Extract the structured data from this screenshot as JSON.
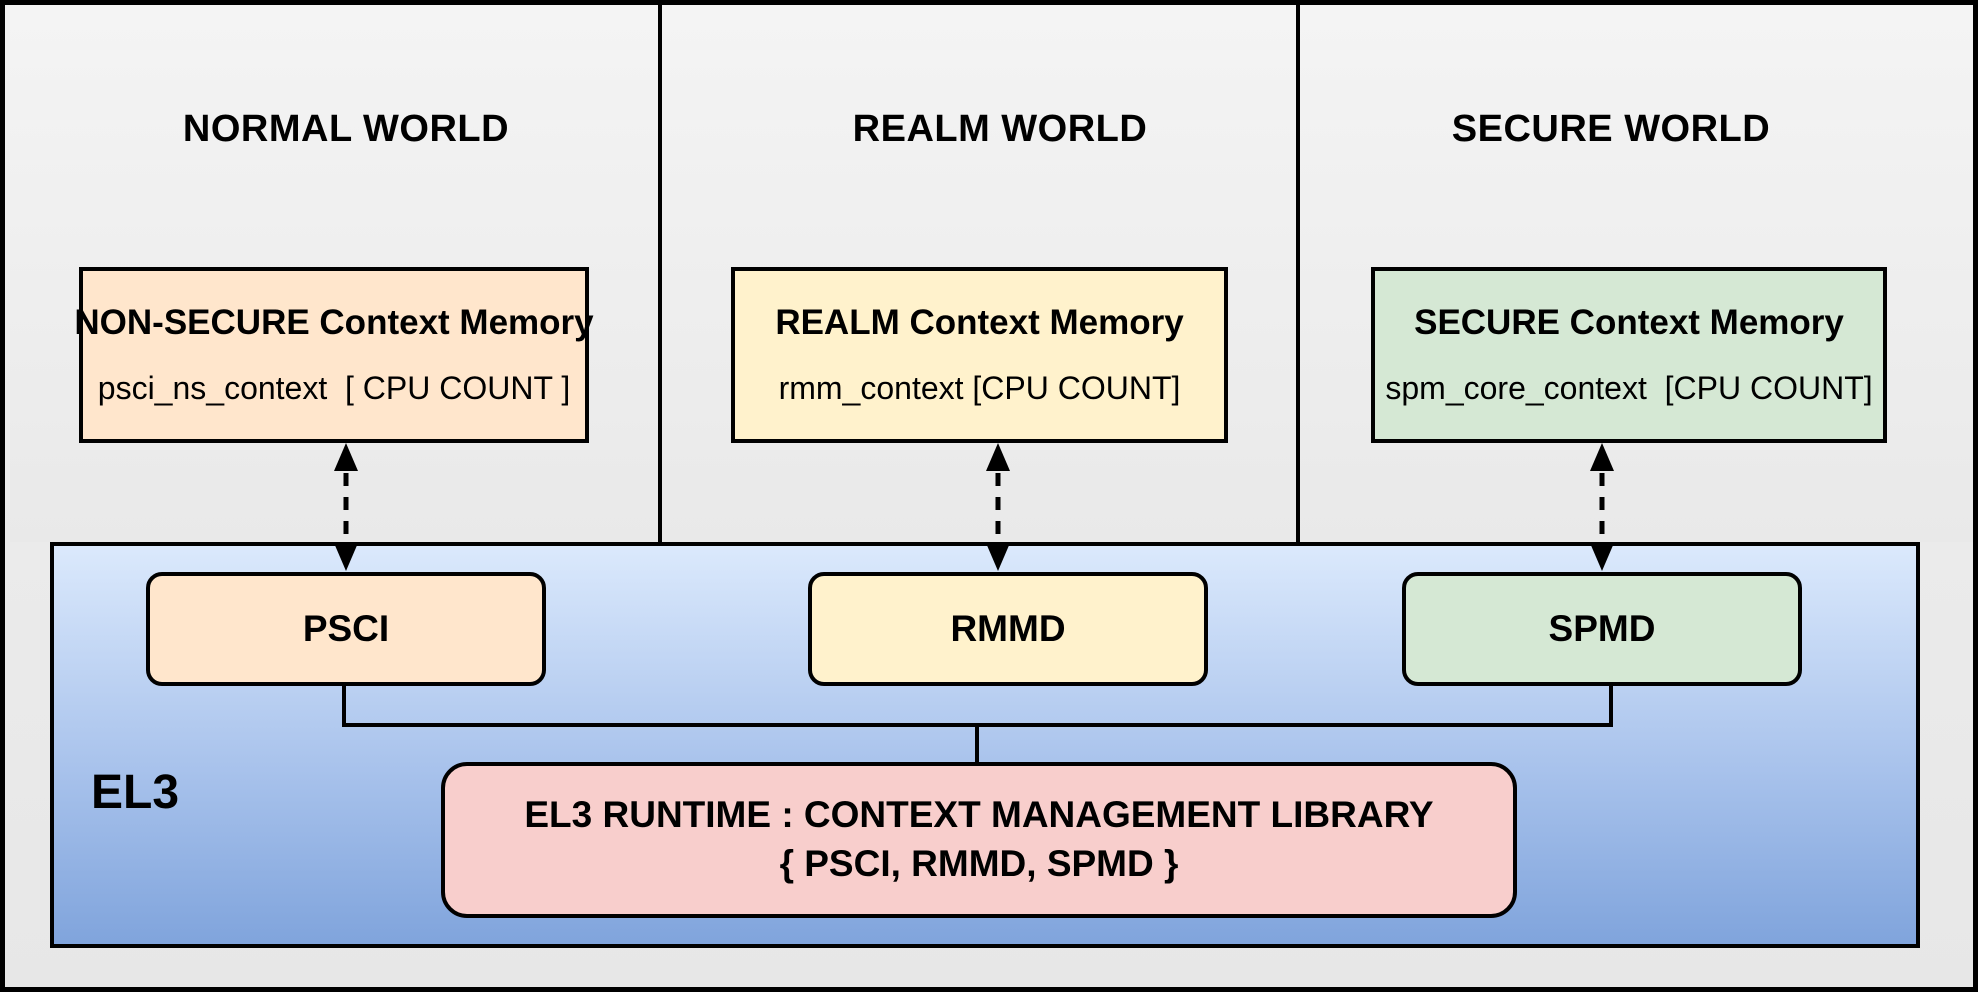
{
  "worlds": [
    {
      "title": "NORMAL WORLD",
      "memory": {
        "title": "NON-SECURE Context Memory",
        "subtitle": "psci_ns_context  [ CPU COUNT ]"
      },
      "module": "PSCI",
      "accent_color": "#FFE6CC"
    },
    {
      "title": "REALM WORLD",
      "memory": {
        "title": "REALM Context Memory",
        "subtitle": "rmm_context [CPU COUNT]"
      },
      "module": "RMMD",
      "accent_color": "#FFF2CC"
    },
    {
      "title": "SECURE WORLD",
      "memory": {
        "title": "SECURE Context Memory",
        "subtitle": "spm_core_context  [CPU COUNT]"
      },
      "module": "SPMD",
      "accent_color": "#D5E8D4"
    }
  ],
  "el3": {
    "label": "EL3",
    "runtime_line1": "EL3 RUNTIME : CONTEXT MANAGEMENT LIBRARY",
    "runtime_line2": "{ PSCI, RMMD, SPMD }",
    "runtime_color": "#F8CECC",
    "gradient_top": "#DAE8FC",
    "gradient_bottom": "#7EA6E0"
  },
  "colors": {
    "line": "#000000",
    "panel_background": "#EFEFEF"
  }
}
